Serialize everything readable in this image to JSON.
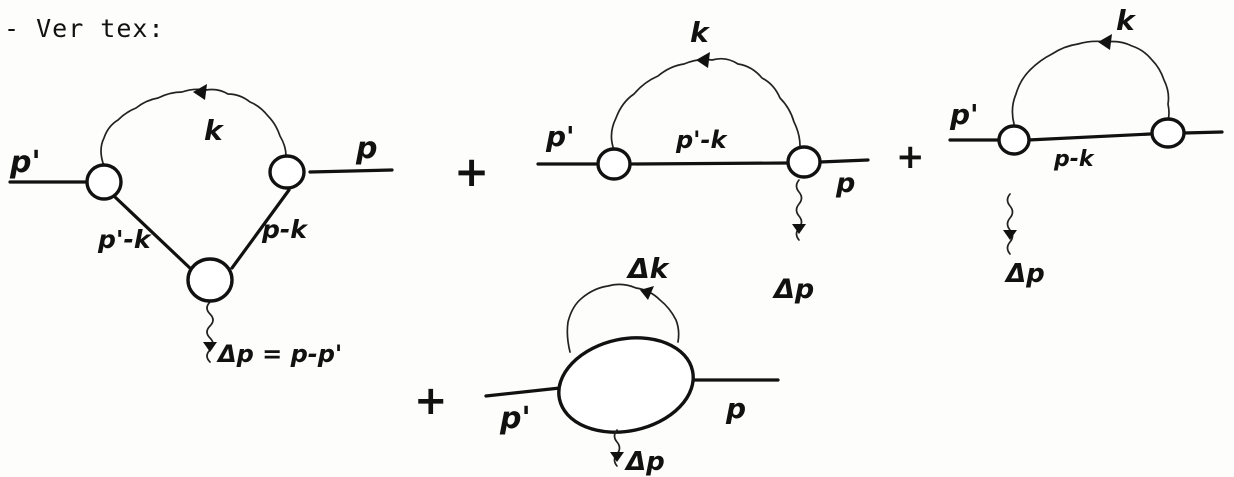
{
  "heading": "- Ver tex:",
  "diagrams": [
    {
      "labels": {
        "p_in": "p'",
        "p_out": "p",
        "photon": "k",
        "left_prop": "p'-k",
        "right_prop": "p-k",
        "transfer": "Δp = p-p'"
      }
    },
    {
      "labels": {
        "p_in": "p'",
        "p_out": "p",
        "photon": "k",
        "prop": "p'-k",
        "transfer": "Δp"
      }
    },
    {
      "labels": {
        "p_in": "p'",
        "prop": "p-k",
        "photon": "k",
        "transfer": "Δp"
      }
    },
    {
      "labels": {
        "p_in": "p'",
        "p_out": "p",
        "photon": "Δk",
        "transfer": "Δp"
      }
    }
  ],
  "operators": {
    "plus": "+"
  }
}
